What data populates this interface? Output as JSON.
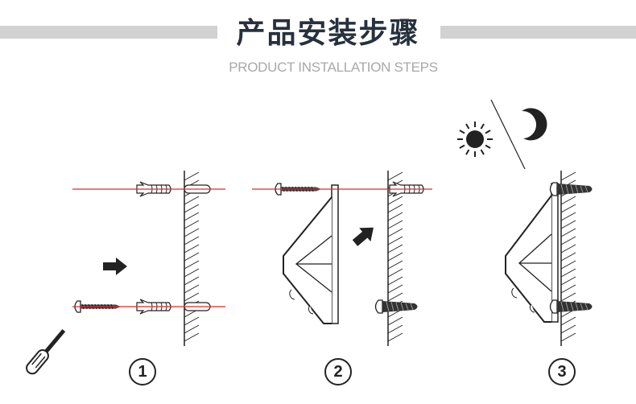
{
  "header": {
    "title": "产品安装步骤",
    "subtitle": "PRODUCT INSTALLATION STEPS"
  },
  "steps": [
    {
      "number": "1"
    },
    {
      "number": "2"
    },
    {
      "number": "3"
    }
  ],
  "colors": {
    "guide_line": "#e8262c",
    "title": "#27303d",
    "bar": "#d2d2d2"
  }
}
